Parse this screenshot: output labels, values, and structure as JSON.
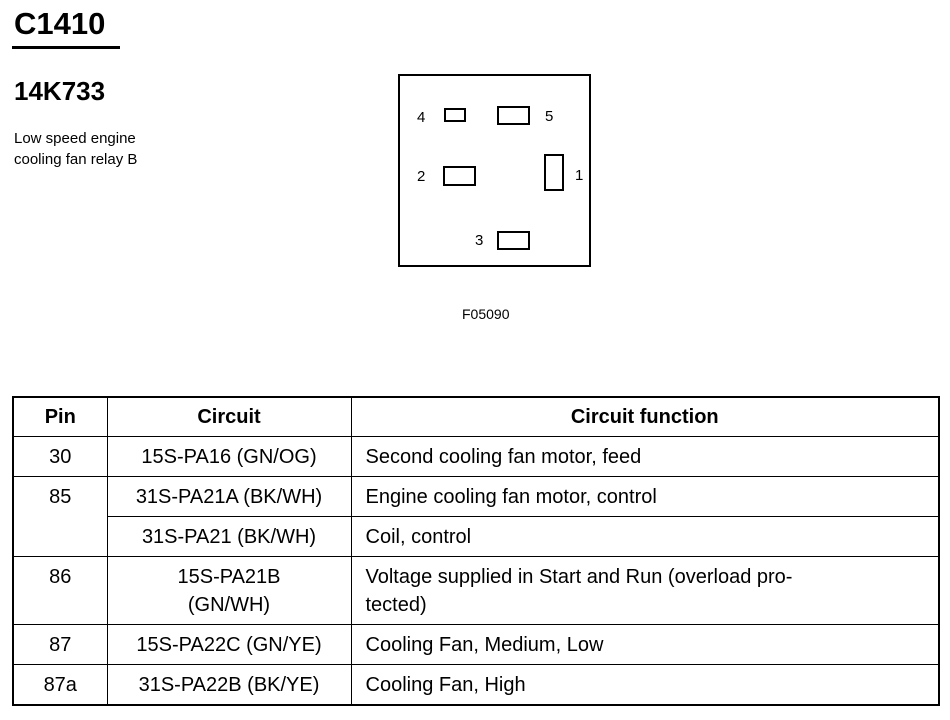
{
  "header": {
    "code": "C1410",
    "part_number": "14K733",
    "description_line1": "Low speed engine",
    "description_line2": "cooling fan relay B"
  },
  "diagram": {
    "pin_labels": {
      "p1": "1",
      "p2": "2",
      "p3": "3",
      "p4": "4",
      "p5": "5"
    },
    "figure_id": "F05090"
  },
  "table": {
    "headers": {
      "pin": "Pin",
      "circuit": "Circuit",
      "function": "Circuit function"
    },
    "rows": [
      {
        "pin": "30",
        "circuit": "15S-PA16 (GN/OG)",
        "function": "Second cooling fan motor, feed"
      },
      {
        "pin": "85",
        "circuit": "31S-PA21A (BK/WH)",
        "function": "Engine cooling fan motor, control"
      },
      {
        "pin": "",
        "circuit": "31S-PA21 (BK/WH)",
        "function": "Coil, control"
      },
      {
        "pin": "86",
        "circuit_line1": "15S-PA21B",
        "circuit_line2": "(GN/WH)",
        "function_line1": "Voltage supplied in Start and Run (overload pro-",
        "function_line2": "tected)"
      },
      {
        "pin": "87",
        "circuit": "15S-PA22C (GN/YE)",
        "function": "Cooling Fan, Medium, Low"
      },
      {
        "pin": "87a",
        "circuit": "31S-PA22B (BK/YE)",
        "function": "Cooling Fan, High"
      }
    ]
  }
}
